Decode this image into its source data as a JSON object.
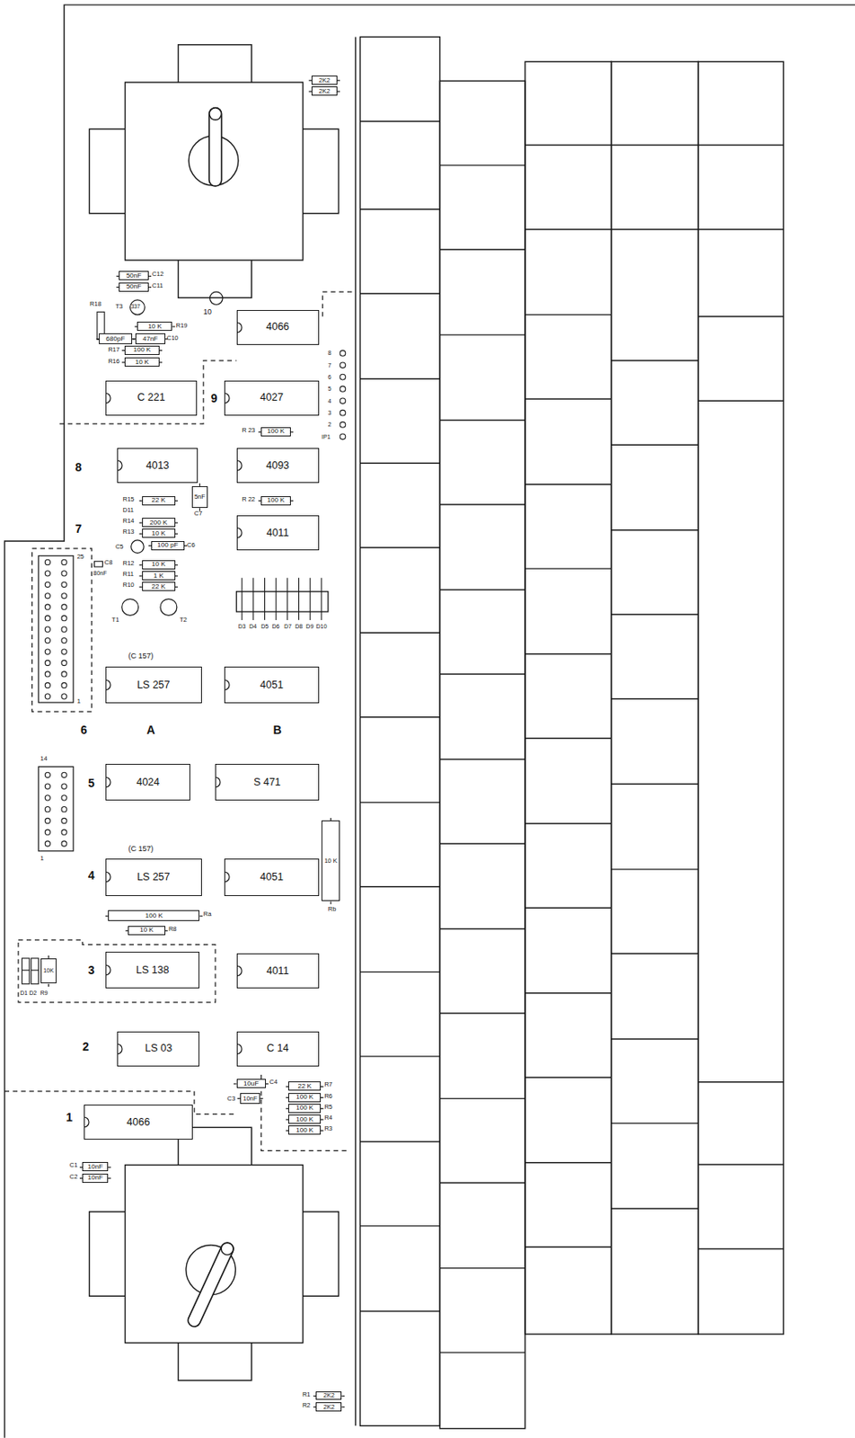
{
  "diagram": {
    "nodes": [
      {
        "text": [
          "2K2"
        ]
      },
      {
        "text": [
          "2K2"
        ]
      },
      {
        "text": [
          "50nF"
        ]
      },
      {
        "text": [
          "50nF"
        ]
      },
      {
        "text": [
          "4066"
        ]
      },
      {
        "text": [
          "10 K"
        ]
      },
      {
        "text": [
          "680pF"
        ]
      },
      {
        "text": [
          "47nF"
        ]
      },
      {
        "text": [
          "100 K"
        ]
      },
      {
        "text": [
          "10 K"
        ]
      },
      {
        "text": [
          "C 221"
        ]
      },
      {
        "text": [
          "4027"
        ]
      },
      {
        "text": [
          "100 K"
        ]
      },
      {
        "text": [
          "4013"
        ]
      },
      {
        "text": [
          "4093"
        ]
      },
      {
        "text": [
          "22 K"
        ]
      },
      {
        "text": [
          "5nF"
        ]
      },
      {
        "text": [
          "100 K"
        ]
      },
      {
        "text": [
          "200 K"
        ]
      },
      {
        "text": [
          "4011"
        ]
      },
      {
        "text": [
          "10 K"
        ]
      },
      {
        "text": [
          "100 pF"
        ]
      },
      {
        "text": [
          "10 K"
        ]
      },
      {
        "text": [
          "1 K"
        ]
      },
      {
        "text": [
          "22 K"
        ]
      },
      {
        "text": [
          "LS 257"
        ]
      },
      {
        "text": [
          "4051"
        ]
      },
      {
        "text": [
          "4024"
        ]
      },
      {
        "text": [
          "S 471"
        ]
      },
      {
        "text": [
          "10 K"
        ]
      },
      {
        "text": [
          "LS 257"
        ]
      },
      {
        "text": [
          "4051"
        ]
      },
      {
        "text": [
          "100 K"
        ]
      },
      {
        "text": [
          "10 K"
        ]
      },
      {
        "text": [
          "10K"
        ]
      },
      {
        "text": [
          "LS 138"
        ]
      },
      {
        "text": [
          "4011"
        ]
      },
      {
        "text": [
          "LS 03"
        ]
      },
      {
        "text": [
          "C 14"
        ]
      },
      {
        "text": [
          "10uF"
        ]
      },
      {
        "text": [
          "22 K"
        ]
      },
      {
        "text": [
          "10nF"
        ]
      },
      {
        "text": [
          "100 K"
        ]
      },
      {
        "text": [
          "100 K"
        ]
      },
      {
        "text": [
          "4066"
        ]
      },
      {
        "text": [
          "100 K"
        ]
      },
      {
        "text": [
          "100 K"
        ]
      },
      {
        "text": [
          "10nF"
        ]
      },
      {
        "text": [
          "10nF"
        ]
      },
      {
        "text": [
          "2K2"
        ]
      },
      {
        "text": [
          "2K2"
        ]
      }
    ],
    "labels": [
      "R18",
      "C12",
      "C11",
      "T3",
      "337",
      "R19",
      "C10",
      "R17",
      "R16",
      "10",
      "9",
      "IP1",
      "2",
      "3",
      "4",
      "5",
      "6",
      "7",
      "8",
      "R 23",
      "8",
      "R15",
      "D11",
      "R 22",
      "R14",
      "C7",
      "7",
      "R13",
      "C6",
      "C5",
      "R12",
      "R11",
      "R10",
      "25",
      "C8",
      "80nF",
      "T1",
      "T2",
      "1",
      "6",
      "D3",
      "D4",
      "D5",
      "D6",
      "D7",
      "D8",
      "D9",
      "D10",
      "(C 157)",
      "A",
      "B",
      "14",
      "5",
      "1",
      "(C 157)",
      "4",
      "Rb",
      "Ra",
      "R8",
      "D1",
      "D2",
      "R9",
      "3",
      "2",
      "C4",
      "R7",
      "C3",
      "R6",
      "R5",
      "1",
      "R4",
      "R3",
      "C1",
      "C2",
      "R1",
      "R2"
    ]
  }
}
